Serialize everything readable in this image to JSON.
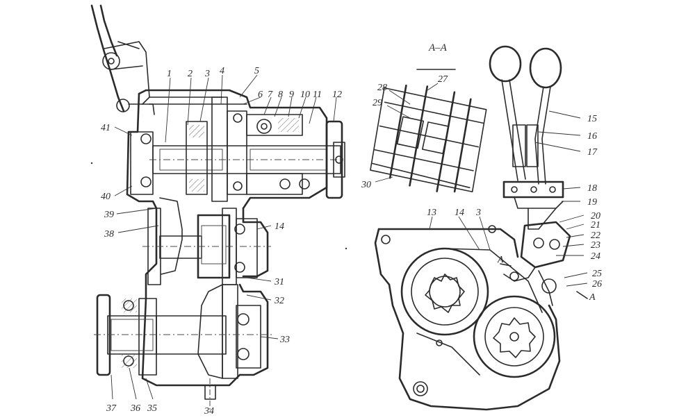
{
  "section_label": "A–A",
  "labels_left": [
    "1",
    "2",
    "3",
    "4",
    "5",
    "6",
    "7",
    "8",
    "9",
    "10",
    "11",
    "12",
    "41",
    "40",
    "39",
    "38",
    "14",
    "31",
    "32",
    "33",
    "37",
    "36",
    "35",
    "34"
  ],
  "labels_inset": [
    "28",
    "27",
    "29",
    "30"
  ],
  "labels_right": [
    "13",
    "14",
    "3",
    "15",
    "16",
    "17",
    "18",
    "19",
    "20",
    "21",
    "22",
    "23",
    "24",
    "25",
    "26"
  ],
  "cut_marks": [
    "A",
    "A"
  ]
}
